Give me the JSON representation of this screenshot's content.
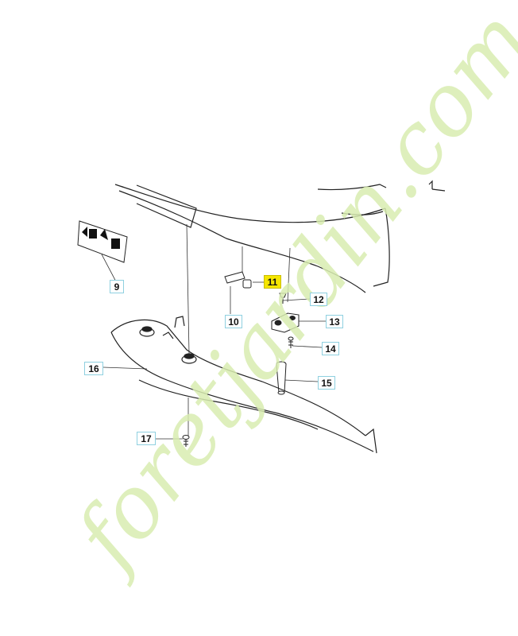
{
  "diagram": {
    "callouts": [
      {
        "id": "9",
        "label": "9",
        "highlighted": false
      },
      {
        "id": "10",
        "label": "10",
        "highlighted": false
      },
      {
        "id": "11",
        "label": "11",
        "highlighted": true
      },
      {
        "id": "12",
        "label": "12",
        "highlighted": false
      },
      {
        "id": "13",
        "label": "13",
        "highlighted": false
      },
      {
        "id": "14",
        "label": "14",
        "highlighted": false
      },
      {
        "id": "15",
        "label": "15",
        "highlighted": false
      },
      {
        "id": "16",
        "label": "16",
        "highlighted": false
      },
      {
        "id": "17",
        "label": "17",
        "highlighted": false
      }
    ],
    "highlight_color": "#f5e600",
    "callout_border_color": "#8fd0e0"
  },
  "watermark": {
    "text": "foretjardin.com",
    "color": "#d8ecb0"
  }
}
